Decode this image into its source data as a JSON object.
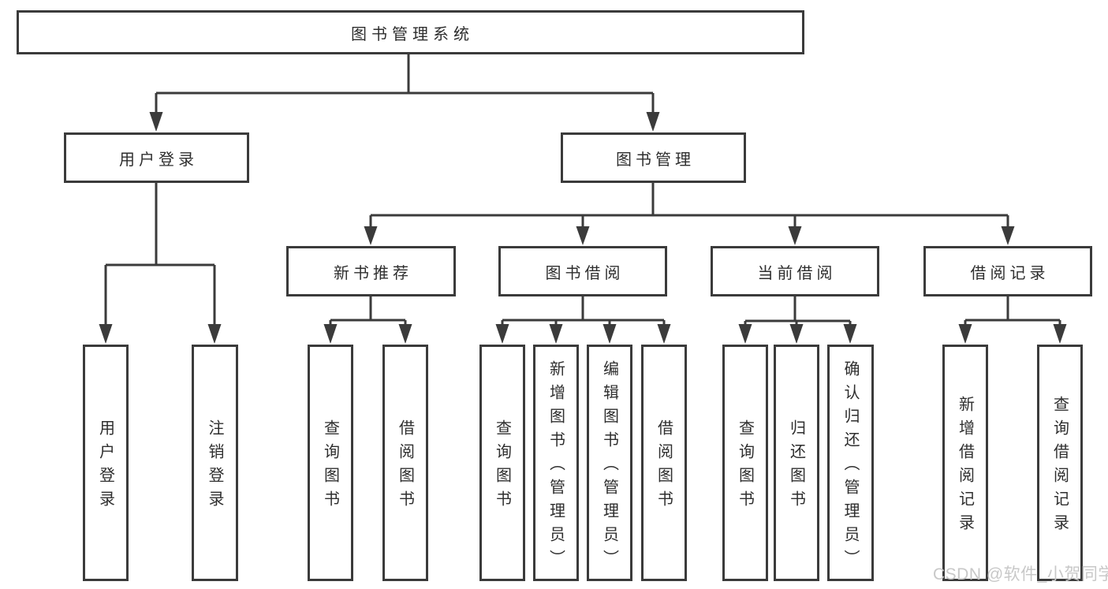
{
  "diagram": {
    "title": "图书管理系统",
    "type": "hierarchy-tree",
    "nodes": {
      "root": "图书管理系统",
      "user_login": "用户登录",
      "book_mgmt": "图书管理",
      "login": "用户登录",
      "logout": "注销登录",
      "new_book_rec": "新书推荐",
      "book_borrow": "图书借阅",
      "current_borrow": "当前借阅",
      "borrow_records": "借阅记录",
      "nbr_query_books": "查询图书",
      "nbr_borrow_books": "借阅图书",
      "bb_query_books": "查询图书",
      "bb_add_books": "新增图书（管理员）",
      "bb_edit_books": "编辑图书（管理员）",
      "bb_borrow_books": "借阅图书",
      "cb_query_books": "查询图书",
      "cb_return_books": "归还图书",
      "cb_confirm_return": "确认归还（管理员）",
      "br_add_record": "新增借阅记录",
      "br_query_record": "查询借阅记录"
    },
    "hierarchy": {
      "图书管理系统": {
        "用户登录": [
          "用户登录",
          "注销登录"
        ],
        "图书管理": {
          "新书推荐": [
            "查询图书",
            "借阅图书"
          ],
          "图书借阅": [
            "查询图书",
            "新增图书（管理员）",
            "编辑图书（管理员）",
            "借阅图书"
          ],
          "当前借阅": [
            "查询图书",
            "归还图书",
            "确认归还（管理员）"
          ],
          "借阅记录": [
            "新增借阅记录",
            "查询借阅记录"
          ]
        }
      }
    },
    "colors": {
      "background": "#ffffff",
      "box_border": "#3b3b3b",
      "connector_line": "#3b3b3b",
      "text": "#2e2e2e",
      "watermark": "#c8c8c8"
    }
  },
  "watermark": "CSDN @软件_小贺同学"
}
